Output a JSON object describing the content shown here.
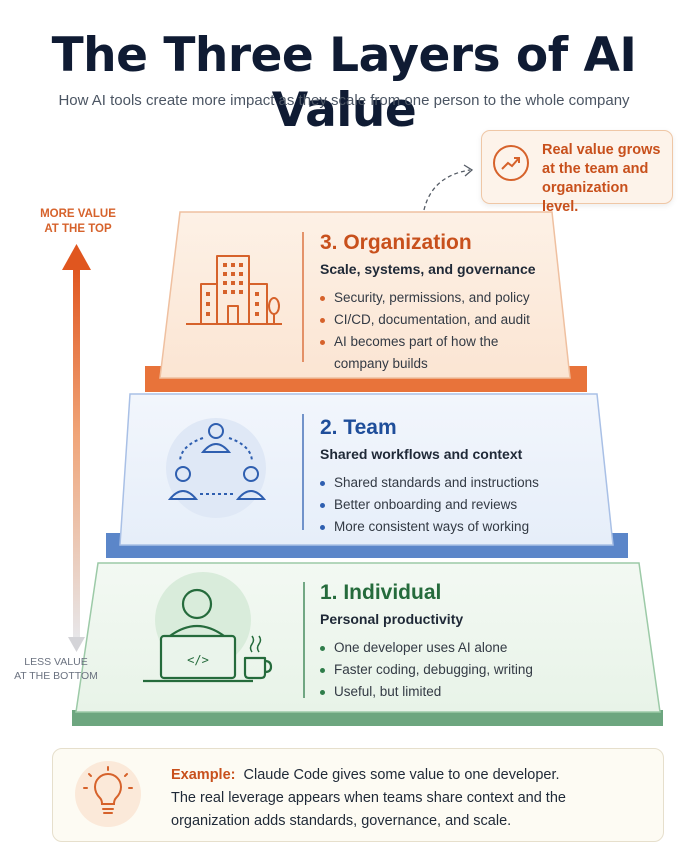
{
  "title": "The Three Layers of AI Value",
  "subtitle": "How AI tools create more impact as they scale from one person to the whole company",
  "callout": {
    "icon": "trend-up-icon",
    "line1": "Real value grows",
    "line2": "at the team and",
    "line3": "organization level."
  },
  "axis": {
    "top_line1": "MORE VALUE",
    "top_line2": "AT THE TOP",
    "bottom_line1": "LESS VALUE",
    "bottom_line2": "AT THE BOTTOM"
  },
  "layers": {
    "organization": {
      "title": "3. Organization",
      "subtitle": "Scale, systems, and governance",
      "icon": "building-icon",
      "color": "#d6622b",
      "bullets": [
        "Security, permissions, and policy",
        "CI/CD, documentation, and audit",
        "AI becomes part of how the",
        "company builds"
      ]
    },
    "team": {
      "title": "2. Team",
      "subtitle": "Shared workflows and context",
      "icon": "team-icon",
      "color": "#2f5fb0",
      "bullets": [
        "Shared standards and instructions",
        "Better onboarding and reviews",
        "More consistent ways of working"
      ]
    },
    "individual": {
      "title": "1. Individual",
      "subtitle": "Personal productivity",
      "icon": "developer-laptop-icon",
      "color": "#2f7d4a",
      "bullets": [
        "One developer uses AI alone",
        "Faster coding, debugging, writing",
        "Useful, but limited"
      ]
    }
  },
  "example": {
    "icon": "lightbulb-icon",
    "label": "Example:",
    "line1": "Claude Code gives some value to one developer.",
    "line2": "The real leverage appears when teams share context and the",
    "line3": "organization adds standards, governance, and scale."
  }
}
